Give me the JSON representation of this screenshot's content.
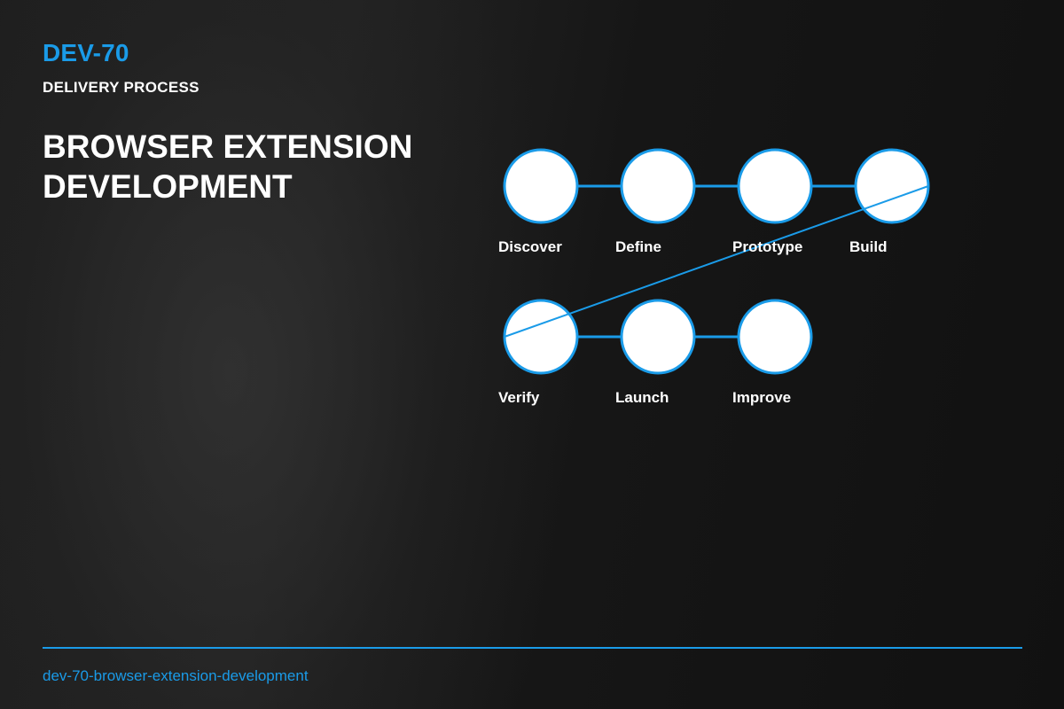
{
  "header": {
    "code": "DEV-70",
    "subtitle": "DELIVERY PROCESS"
  },
  "title": {
    "line1": "BROWSER EXTENSION",
    "line2": "DEVELOPMENT"
  },
  "process": {
    "rows": [
      [
        "Discover",
        "Define",
        "Prototype",
        "Build"
      ],
      [
        "Verify",
        "Launch",
        "Improve"
      ]
    ]
  },
  "footer": {
    "slug": "dev-70-browser-extension-development"
  },
  "colors": {
    "accent": "#1a9be8",
    "node_fill": "#ffffff",
    "text": "#ffffff"
  }
}
